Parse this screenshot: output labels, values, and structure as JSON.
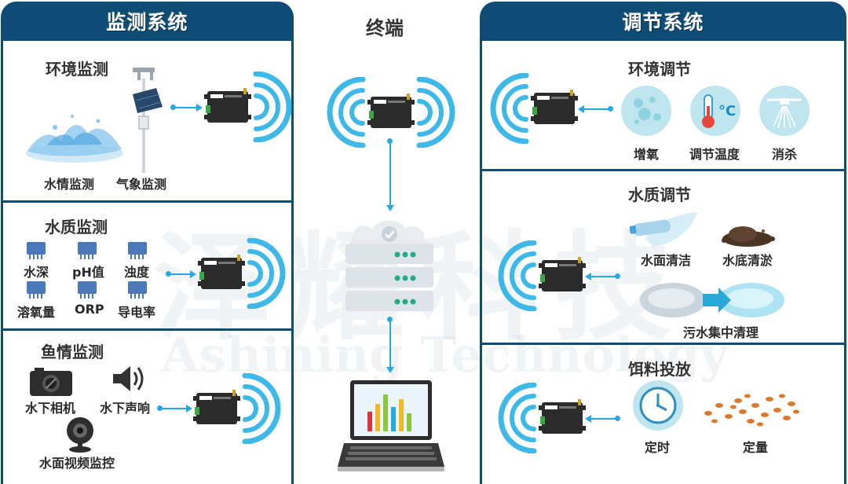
{
  "monitoring": {
    "title": "监测系统",
    "env": {
      "title": "环境监测",
      "water_label": "水情监测",
      "weather_label": "气象监测"
    },
    "quality": {
      "title": "水质监测",
      "sensors": [
        "水深",
        "pH值",
        "浊度",
        "溶氧量",
        "ORP",
        "导电率"
      ]
    },
    "fish": {
      "title": "鱼情监测",
      "camera_label": "水下相机",
      "sound_label": "水下声响",
      "video_label": "水面视频监控"
    }
  },
  "terminal": {
    "title": "终端"
  },
  "regulation": {
    "title": "调节系统",
    "env": {
      "title": "环境调节",
      "items": [
        "增氧",
        "调节温度",
        "消杀"
      ]
    },
    "water": {
      "title": "水质调节",
      "surface_label": "水面清洁",
      "bottom_label": "水底清淤",
      "sewage_label": "污水集中清理"
    },
    "feed": {
      "title": "饵料投放",
      "timer_label": "定时",
      "quantity_label": "定量"
    }
  },
  "watermark": {
    "line1": "泽耀科技",
    "line2": "Ashining Technology"
  },
  "colors": {
    "primary": "#0f4c75",
    "accent": "#26a9e0",
    "wave": "#3db8e8"
  }
}
